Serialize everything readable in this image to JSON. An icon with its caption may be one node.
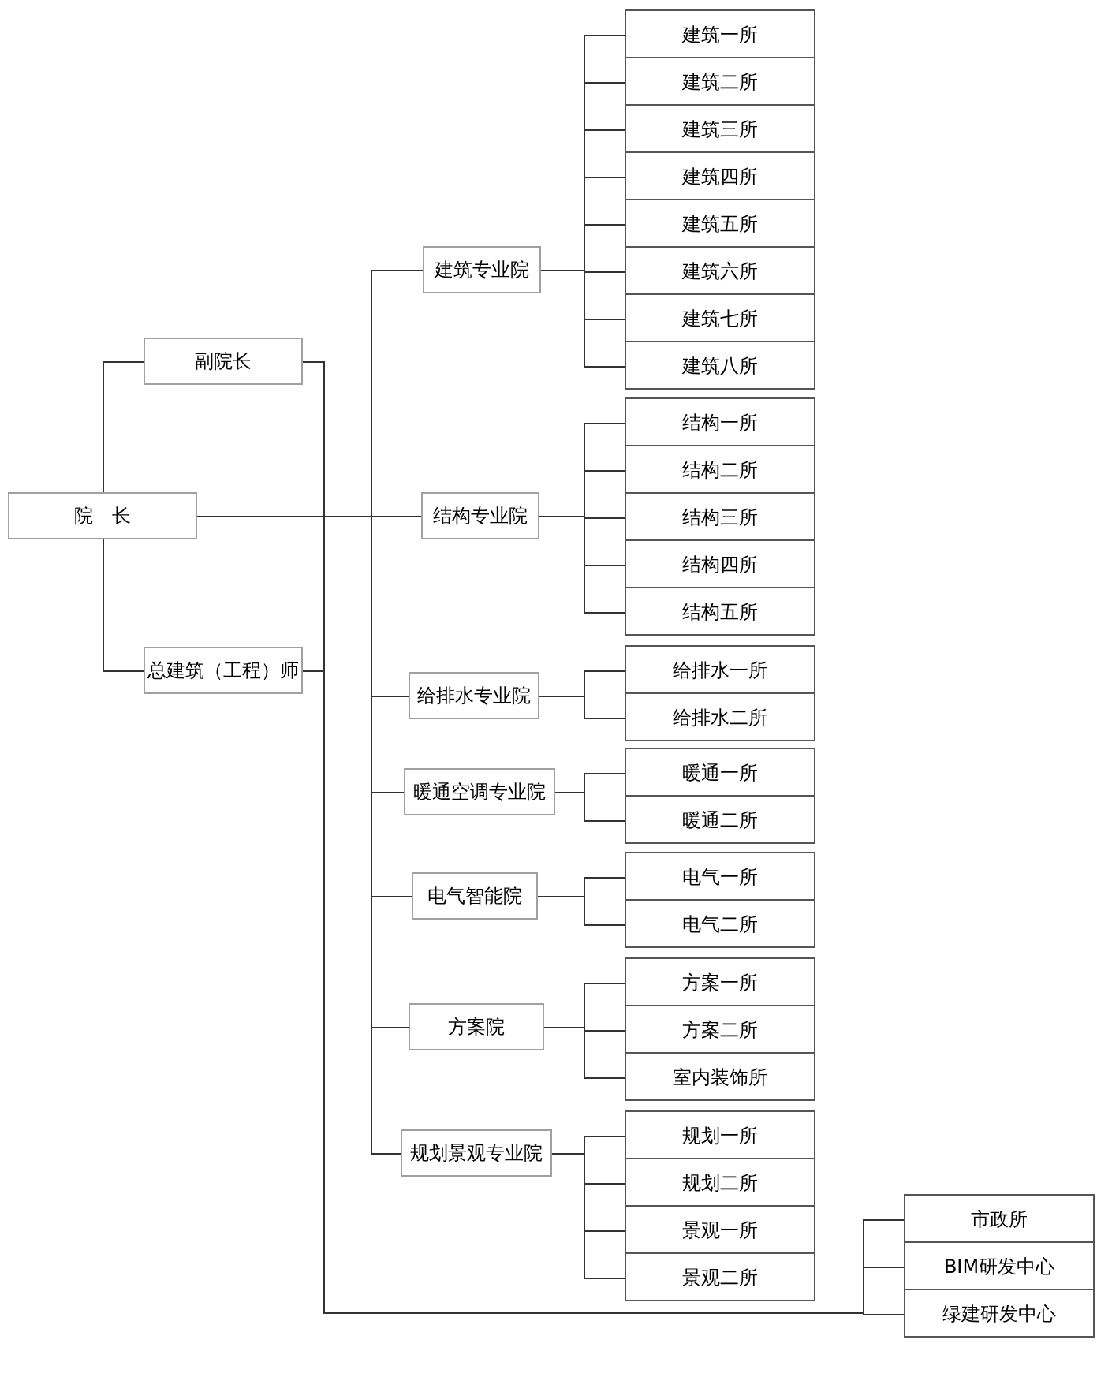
{
  "diagram": {
    "nodes": [
      {
        "text": [
          "院　长"
        ]
      },
      {
        "text": [
          "副院长"
        ]
      },
      {
        "text": [
          "总建筑（工程）师"
        ]
      },
      {
        "text": [
          "建筑专业院"
        ]
      },
      {
        "text": [
          "结构专业院"
        ]
      },
      {
        "text": [
          "给排水专业院"
        ]
      },
      {
        "text": [
          "暖通空调专业院"
        ]
      },
      {
        "text": [
          "电气智能院"
        ]
      },
      {
        "text": [
          "方案院"
        ]
      },
      {
        "text": [
          "规划景观专业院"
        ]
      },
      {
        "text": [
          "建筑一所"
        ]
      },
      {
        "text": [
          "建筑二所"
        ]
      },
      {
        "text": [
          "建筑三所"
        ]
      },
      {
        "text": [
          "建筑四所"
        ]
      },
      {
        "text": [
          "建筑五所"
        ]
      },
      {
        "text": [
          "建筑六所"
        ]
      },
      {
        "text": [
          "建筑七所"
        ]
      },
      {
        "text": [
          "建筑八所"
        ]
      },
      {
        "text": [
          "结构一所"
        ]
      },
      {
        "text": [
          "结构二所"
        ]
      },
      {
        "text": [
          "结构三所"
        ]
      },
      {
        "text": [
          "结构四所"
        ]
      },
      {
        "text": [
          "结构五所"
        ]
      },
      {
        "text": [
          "给排水一所"
        ]
      },
      {
        "text": [
          "给排水二所"
        ]
      },
      {
        "text": [
          "暖通一所"
        ]
      },
      {
        "text": [
          "暖通二所"
        ]
      },
      {
        "text": [
          "电气一所"
        ]
      },
      {
        "text": [
          "电气二所"
        ]
      },
      {
        "text": [
          "方案一所"
        ]
      },
      {
        "text": [
          "方案二所"
        ]
      },
      {
        "text": [
          "室内装饰所"
        ]
      },
      {
        "text": [
          "规划一所"
        ]
      },
      {
        "text": [
          "规划二所"
        ]
      },
      {
        "text": [
          "景观一所"
        ]
      },
      {
        "text": [
          "景观二所"
        ]
      },
      {
        "text": [
          "市政所"
        ]
      },
      {
        "text": [
          "BIM研发中心"
        ]
      },
      {
        "text": [
          "绿建研发中心"
        ]
      }
    ],
    "edges": [
      {
        "from": 0,
        "to": 1,
        "arrow": "none"
      },
      {
        "from": 0,
        "to": 2,
        "arrow": "none"
      },
      {
        "from": 0,
        "to": 3,
        "arrow": "none"
      },
      {
        "from": 0,
        "to": 4,
        "arrow": "none"
      },
      {
        "from": 0,
        "to": 5,
        "arrow": "none"
      },
      {
        "from": 0,
        "to": 6,
        "arrow": "none"
      },
      {
        "from": 0,
        "to": 7,
        "arrow": "none"
      },
      {
        "from": 0,
        "to": 8,
        "arrow": "none"
      },
      {
        "from": 0,
        "to": 9,
        "arrow": "none"
      },
      {
        "from": 3,
        "to": 10,
        "arrow": "none"
      },
      {
        "from": 3,
        "to": 11,
        "arrow": "none"
      },
      {
        "from": 3,
        "to": 12,
        "arrow": "none"
      },
      {
        "from": 3,
        "to": 13,
        "arrow": "none"
      },
      {
        "from": 3,
        "to": 14,
        "arrow": "none"
      },
      {
        "from": 3,
        "to": 15,
        "arrow": "none"
      },
      {
        "from": 3,
        "to": 16,
        "arrow": "none"
      },
      {
        "from": 3,
        "to": 17,
        "arrow": "none"
      },
      {
        "from": 4,
        "to": 18,
        "arrow": "none"
      },
      {
        "from": 4,
        "to": 19,
        "arrow": "none"
      },
      {
        "from": 4,
        "to": 20,
        "arrow": "none"
      },
      {
        "from": 4,
        "to": 21,
        "arrow": "none"
      },
      {
        "from": 4,
        "to": 22,
        "arrow": "none"
      },
      {
        "from": 5,
        "to": 23,
        "arrow": "none"
      },
      {
        "from": 5,
        "to": 24,
        "arrow": "none"
      },
      {
        "from": 6,
        "to": 25,
        "arrow": "none"
      },
      {
        "from": 6,
        "to": 26,
        "arrow": "none"
      },
      {
        "from": 7,
        "to": 27,
        "arrow": "none"
      },
      {
        "from": 7,
        "to": 28,
        "arrow": "none"
      },
      {
        "from": 8,
        "to": 29,
        "arrow": "none"
      },
      {
        "from": 8,
        "to": 30,
        "arrow": "none"
      },
      {
        "from": 8,
        "to": 31,
        "arrow": "none"
      },
      {
        "from": 9,
        "to": 32,
        "arrow": "none"
      },
      {
        "from": 9,
        "to": 33,
        "arrow": "none"
      },
      {
        "from": 9,
        "to": 34,
        "arrow": "none"
      },
      {
        "from": 9,
        "to": 35,
        "arrow": "none"
      },
      {
        "from": 1,
        "to": 36,
        "arrow": "none"
      },
      {
        "from": 1,
        "to": 37,
        "arrow": "none"
      },
      {
        "from": 1,
        "to": 38,
        "arrow": "none"
      },
      {
        "from": 2,
        "to": 36,
        "arrow": "none"
      },
      {
        "from": 2,
        "to": 37,
        "arrow": "none"
      },
      {
        "from": 2,
        "to": 38,
        "arrow": "none"
      }
    ]
  }
}
